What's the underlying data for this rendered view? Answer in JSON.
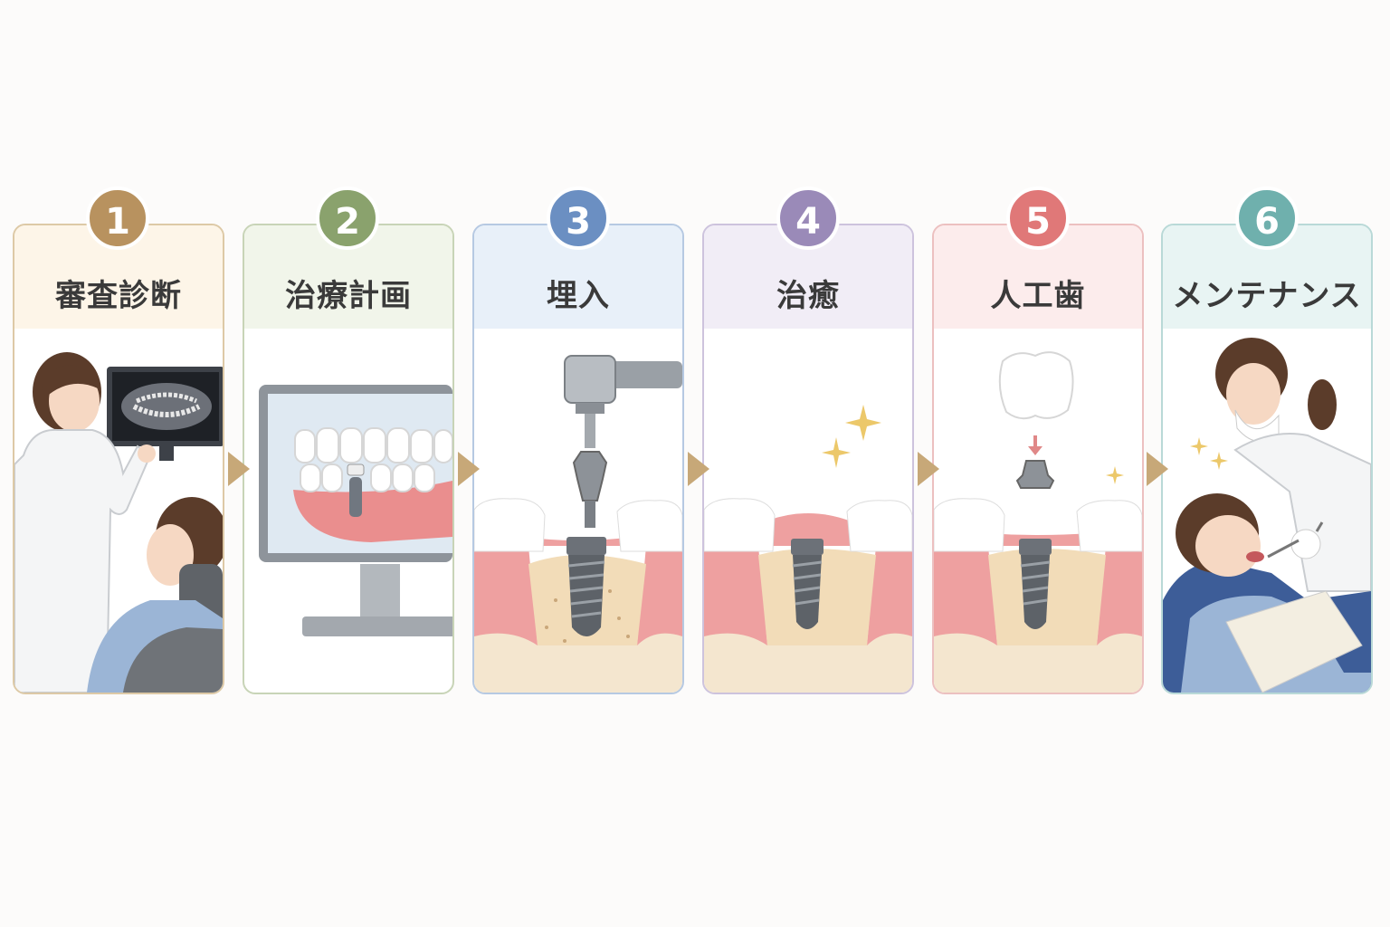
{
  "steps": [
    {
      "number": "1",
      "title": "審査診断",
      "color": "#b8925f",
      "bg": "#fdf5e8",
      "border": "#ddc9a6"
    },
    {
      "number": "2",
      "title": "治療計画",
      "color": "#8aa26d",
      "bg": "#f1f5ea",
      "border": "#c8d4b7"
    },
    {
      "number": "3",
      "title": "埋入",
      "color": "#6b8fc2",
      "bg": "#e8f0f9",
      "border": "#b6c9e2"
    },
    {
      "number": "4",
      "title": "治癒",
      "color": "#9a8ab8",
      "bg": "#f1edf6",
      "border": "#cdc3dd"
    },
    {
      "number": "5",
      "title": "人工歯",
      "color": "#e07878",
      "bg": "#fcecec",
      "border": "#ecc0c0"
    },
    {
      "number": "6",
      "title": "メンテナンス",
      "color": "#6fb0ad",
      "bg": "#e8f4f3",
      "border": "#b9d9d7"
    }
  ],
  "arrow_color": "#c7a878"
}
